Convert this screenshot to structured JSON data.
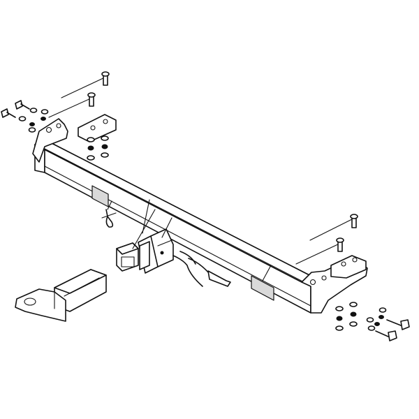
{
  "diagram": {
    "parts": [
      "tow-bar-crossmember",
      "left-mounting-bracket",
      "right-mounting-bracket",
      "receiver-hitch",
      "hitch-adapter-insert",
      "tow-ball-mount",
      "hitch-pin-clip",
      "cable-harness",
      "left-hardware-kit",
      "right-hardware-kit"
    ],
    "colors": {
      "line": "#111111",
      "fill": "#ffffff",
      "shade": "#d9d9d9"
    }
  }
}
